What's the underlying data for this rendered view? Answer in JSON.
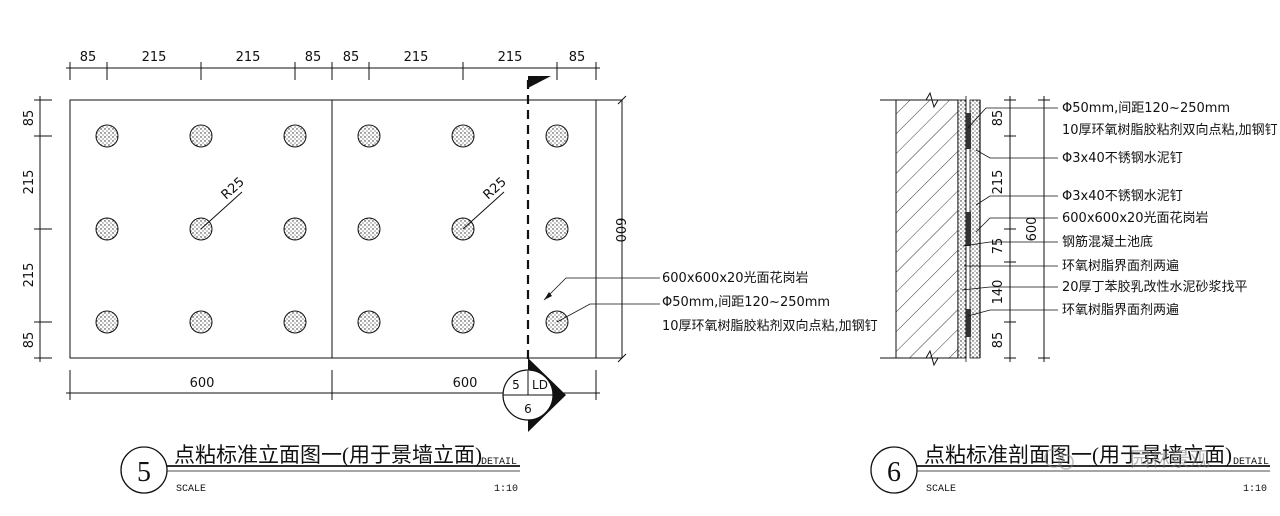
{
  "elevation": {
    "top_dims": [
      "85",
      "215",
      "215",
      "85",
      "85",
      "215",
      "215",
      "85"
    ],
    "left_dims": [
      "85",
      "215",
      "215",
      "85"
    ],
    "right_dim": "600",
    "bottom_dims": [
      "600",
      "600"
    ],
    "radius_labels": [
      "R25",
      "R25"
    ],
    "notes": [
      "600x600x20光面花岗岩",
      "Φ50mm,间距120~250mm",
      "10厚环氧树脂胶粘剂双向点粘,加钢钉"
    ],
    "section_marker": {
      "top": "5",
      "right": "LD",
      "bottom": "6"
    }
  },
  "section": {
    "dims": [
      "85",
      "215",
      "75",
      "140",
      "85"
    ],
    "overall_dim": "600",
    "notes": [
      "Φ50mm,间距120~250mm",
      "10厚环氧树脂胶粘剂双向点粘,加钢钉",
      "Φ3x40不锈钢水泥钉",
      "Φ3x40不锈钢水泥钉",
      "600x600x20光面花岗岩",
      "钢筋混凝土池底",
      "环氧树脂界面剂两遍",
      "20厚丁苯胶乳改性水泥砂浆找平",
      "环氧树脂界面剂两遍"
    ]
  },
  "title_left": {
    "number": "5",
    "title": "点粘标准立面图一(用于景墙立面)",
    "detail": "DETAIL",
    "scale_label": "SCALE",
    "scale_value": "1:10"
  },
  "title_right": {
    "number": "6",
    "title": "点粘标准剖面图一(用于景墙立面)",
    "detail": "DETAIL",
    "scale_label": "SCALE",
    "scale_value": "1:10"
  },
  "watermark": "园林景观"
}
